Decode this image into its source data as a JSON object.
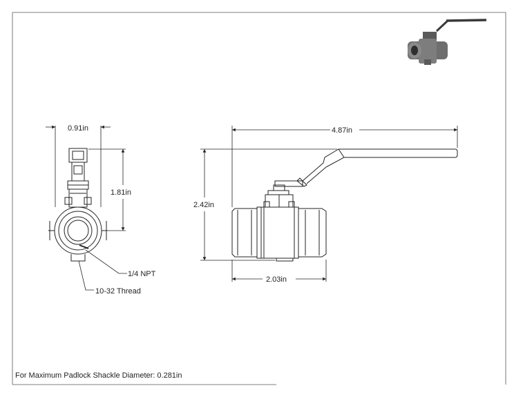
{
  "dimensions": {
    "side_width": "0.91in",
    "side_height": "1.81in",
    "overall_length": "4.87in",
    "overall_height": "2.42in",
    "body_length": "2.03in"
  },
  "callouts": {
    "port_thread": "1/4 NPT",
    "mount_thread": "10-32 Thread"
  },
  "note": "For Maximum Padlock Shackle Diameter: 0.281in",
  "colors": {
    "line": "#222222",
    "thumb_handle": "#3a3a3a",
    "thumb_body": "#6e6e6e"
  },
  "icons": {
    "thumbnail": "ball-valve-3d-icon"
  }
}
